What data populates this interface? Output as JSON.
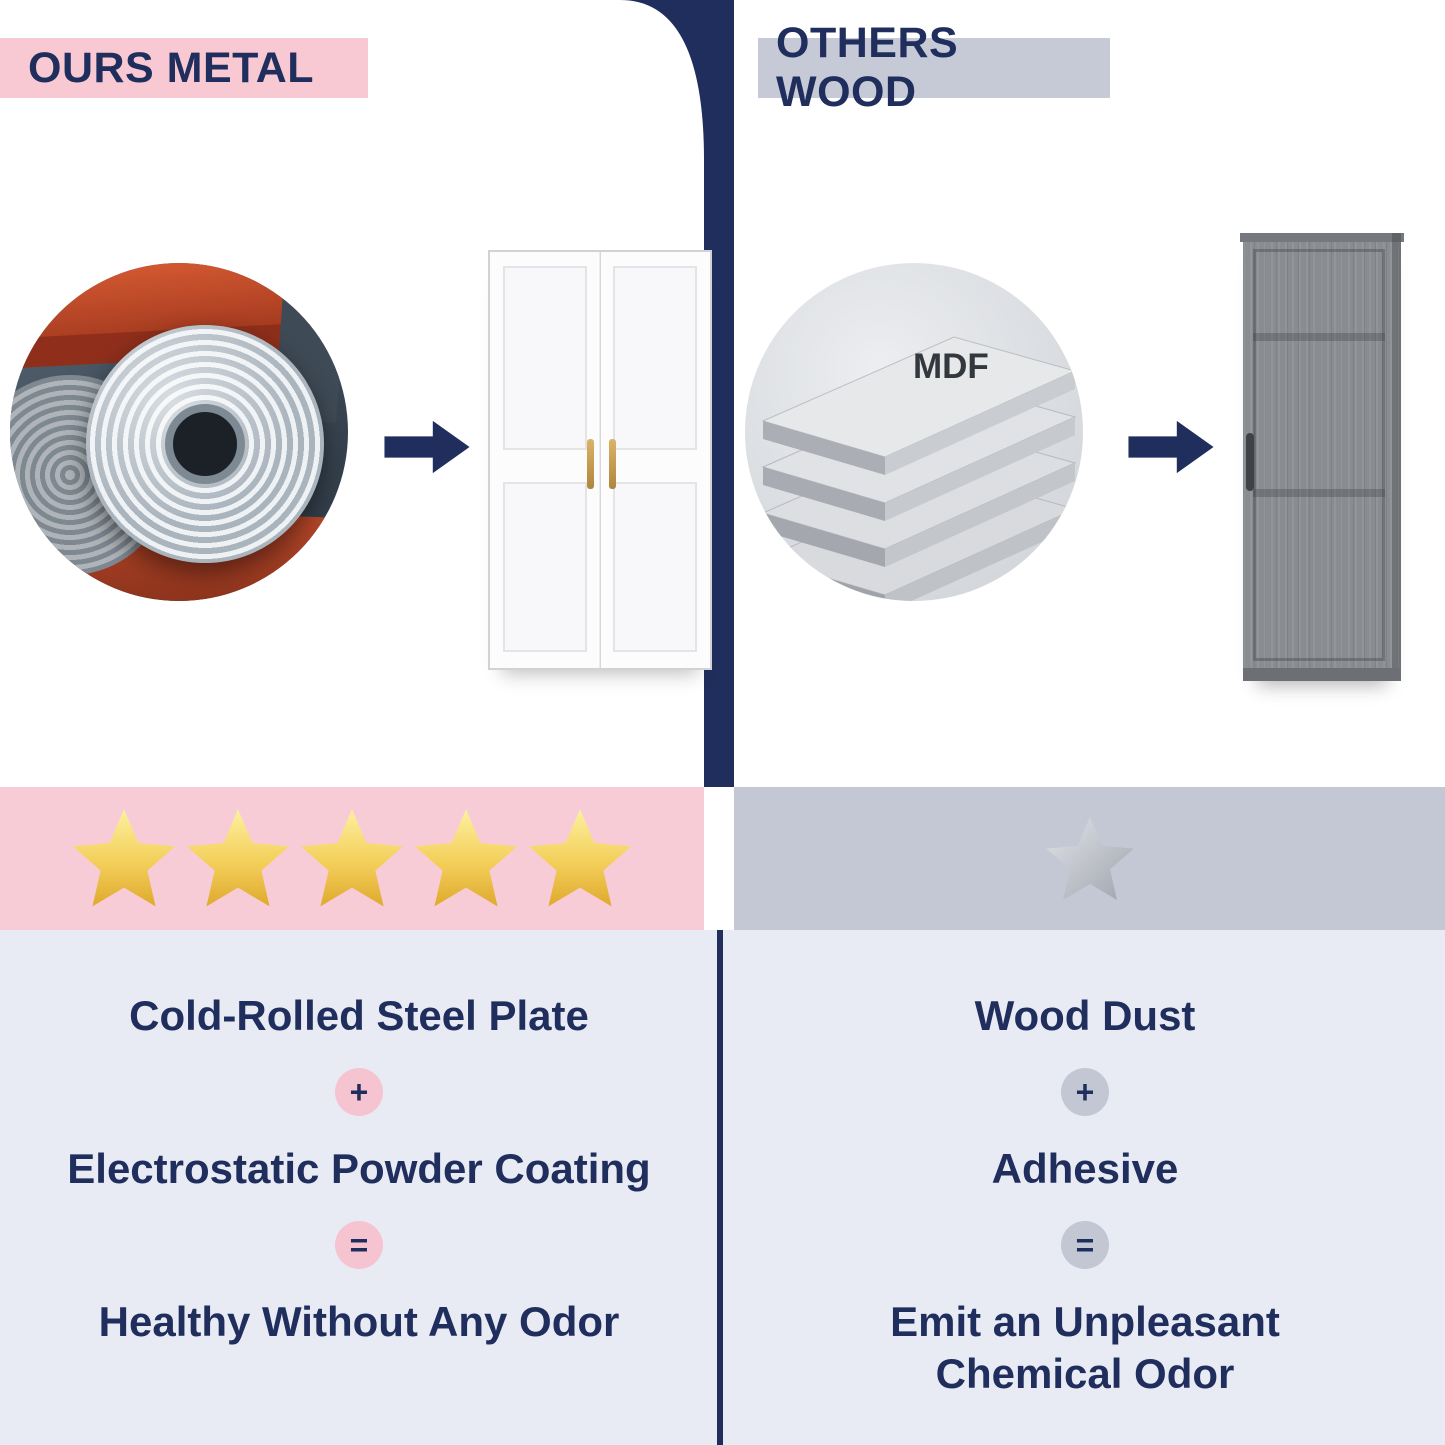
{
  "left_panel": {
    "title": "OURS METAL",
    "star_count": 5,
    "formula": {
      "line1": "Cold-Rolled Steel Plate",
      "operator1": "+",
      "line2": "Electrostatic Powder Coating",
      "operator2": "=",
      "result": "Healthy Without Any Odor"
    }
  },
  "right_panel": {
    "title": "OTHERS WOOD",
    "star_count": 1,
    "material_label": "MDF",
    "formula": {
      "line1": "Wood Dust",
      "operator1": "+",
      "line2": "Adhesive",
      "operator2": "=",
      "result": "Emit an Unpleasant Chemical Odor"
    }
  },
  "colors": {
    "navy": "#1f2e5c",
    "pink_header": "#f9c9d3",
    "pink_band": "#f8ccd6",
    "pink_circle": "#f6c3d0",
    "gray_header": "#c6c9d6",
    "gray_band": "#c4c7d4",
    "gray_circle": "#c3c6d3",
    "bottom_bg": "#e9ebf4",
    "gold_star_light": "#fdf0a0",
    "gold_star_mid": "#f3cf5a",
    "gold_star_dark": "#dfa92e",
    "gray_star_light": "#e2e4e8",
    "gray_star_dark": "#9fa3ad"
  }
}
